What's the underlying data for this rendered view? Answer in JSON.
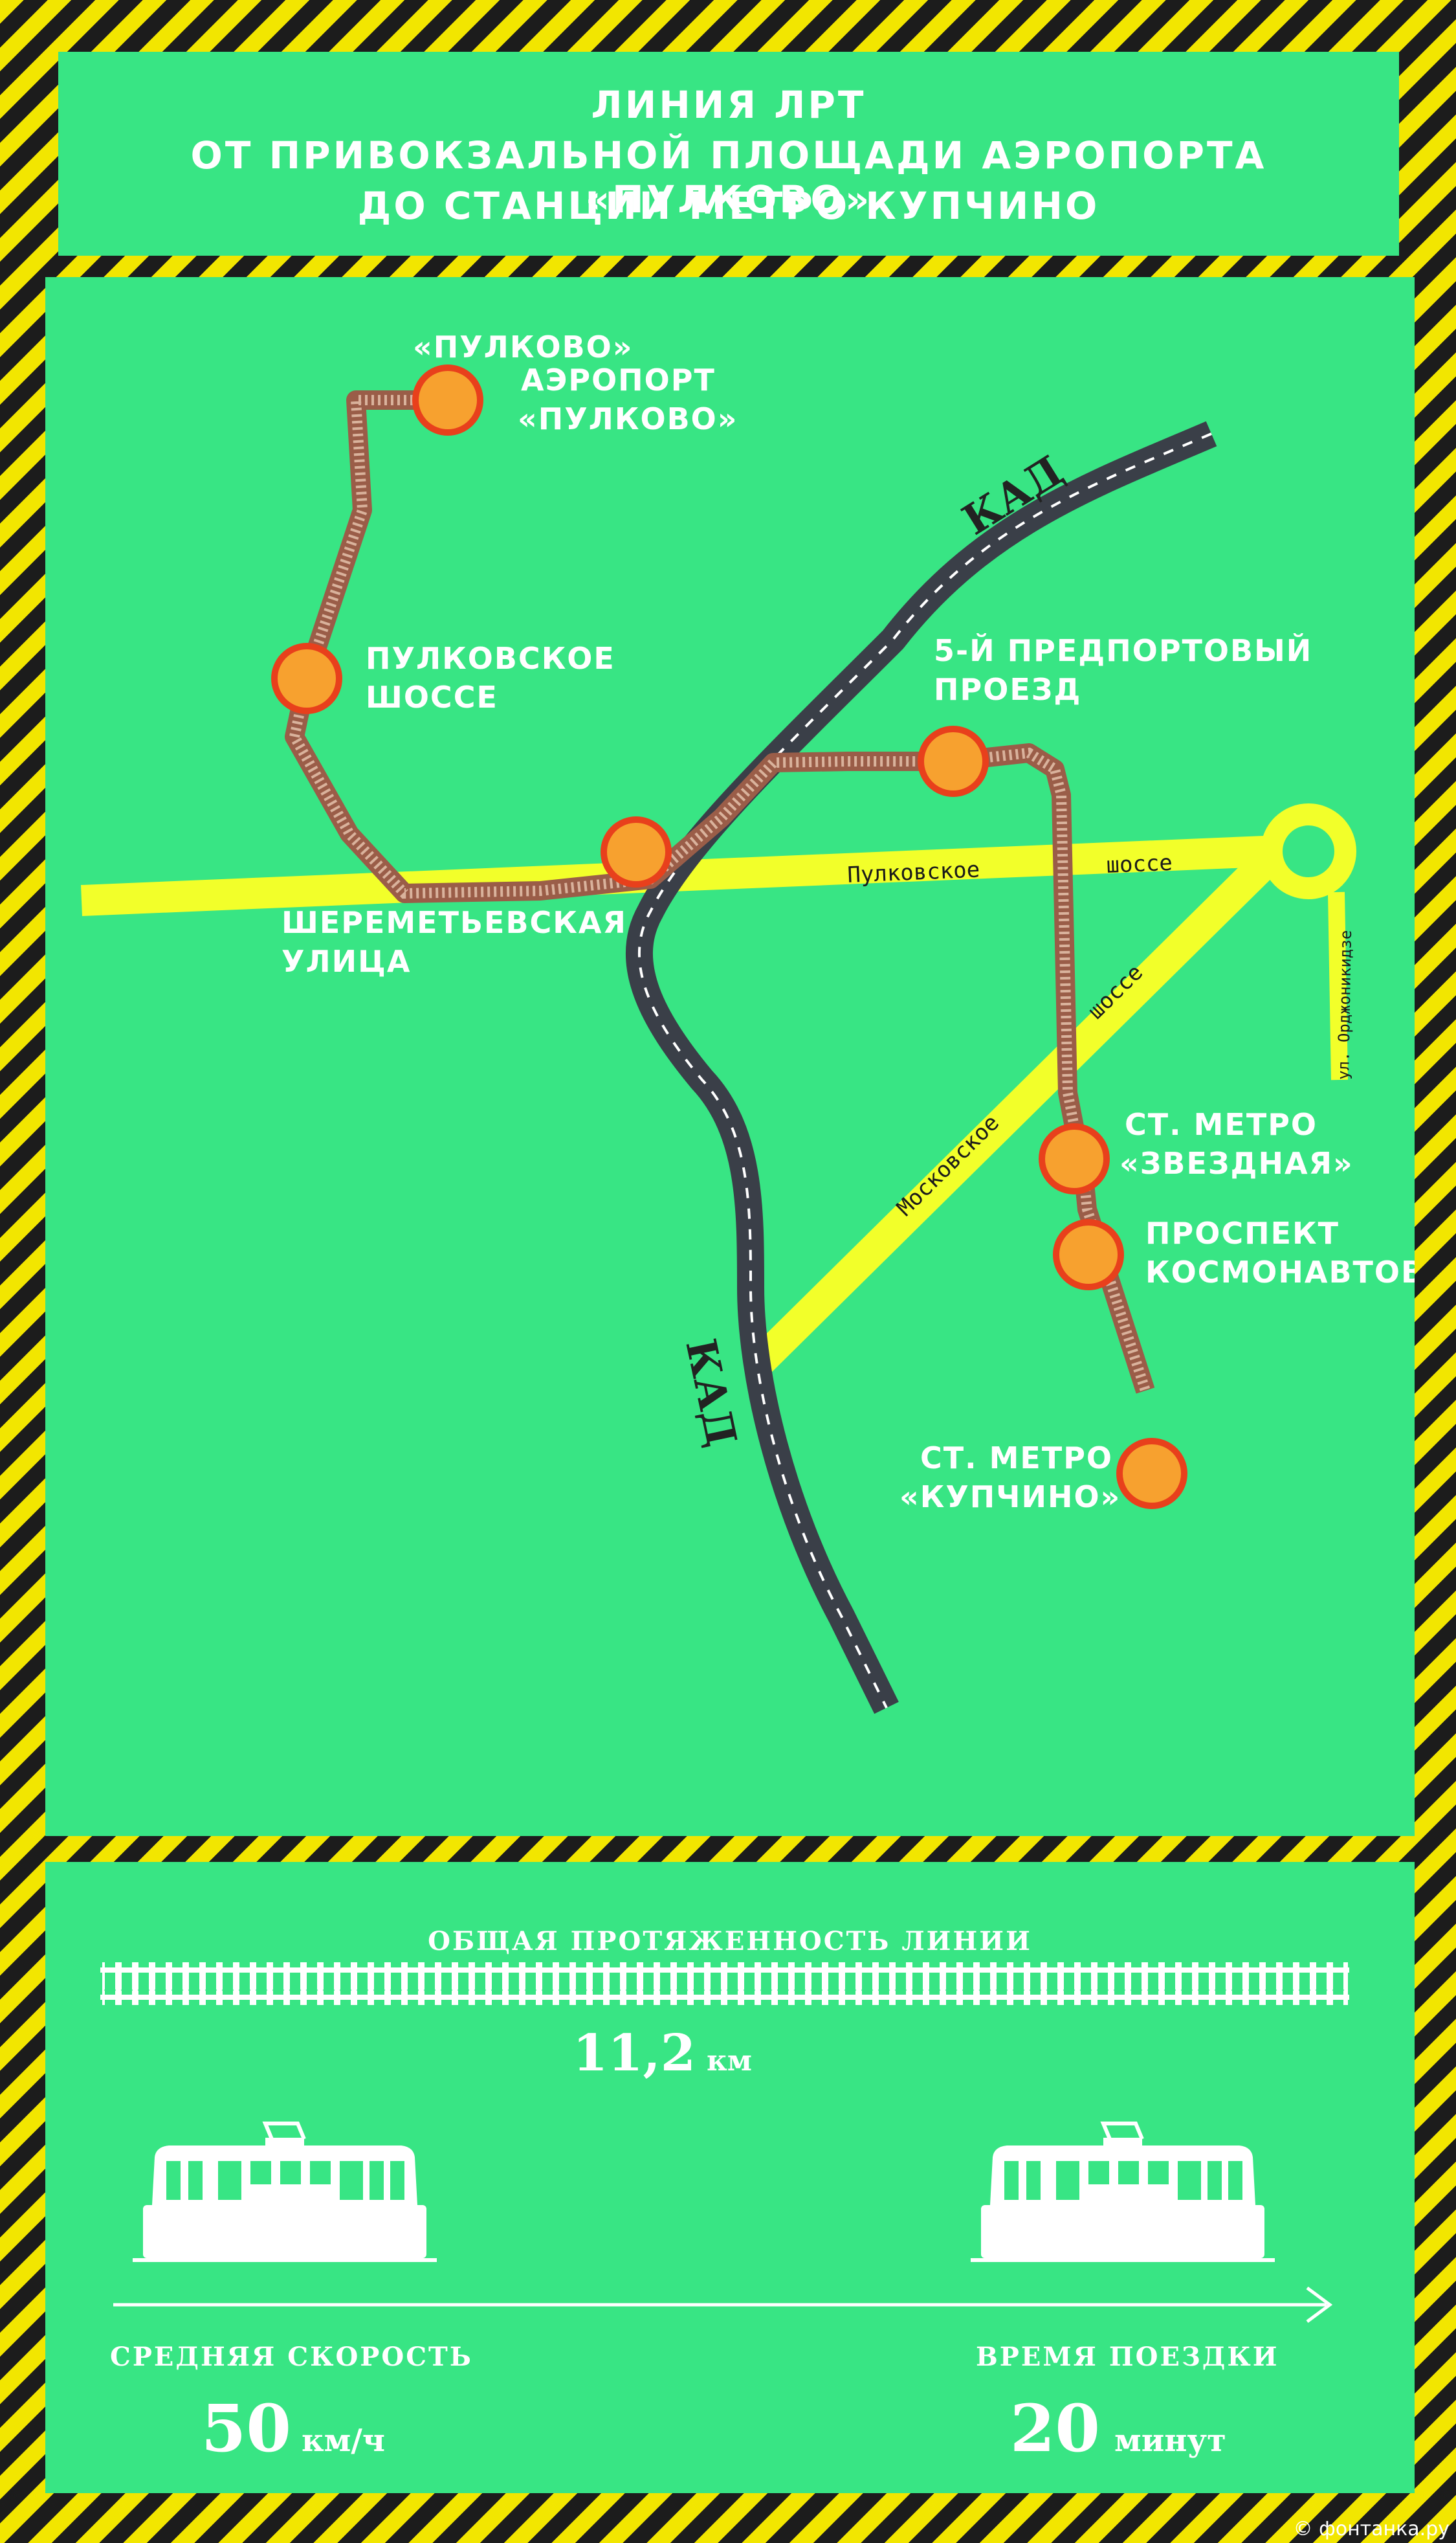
{
  "header": {
    "line1": "ЛИНИЯ ЛРТ",
    "line2": "ОТ ПРИВОКЗАЛЬНОЙ ПЛОЩАДИ АЭРОПОРТА «ПУЛКОВО»",
    "line3": "ДО СТАНЦИИ МЕТРО КУПЧИНО"
  },
  "colors": {
    "panel_green": "#38e584",
    "stripe_yellow": "#f2e600",
    "stripe_black": "#1c1c1c",
    "road_yellow": "#f2ff2a",
    "station_fill": "#f7a12f",
    "station_stroke": "#e8401c",
    "track": "#9a5d48",
    "kad_road": "#3a3f48"
  },
  "map": {
    "stations": [
      {
        "id": "pulkovo",
        "name_lines": [
          "«ПУЛКОВО»"
        ]
      },
      {
        "id": "airport",
        "name_lines": [
          "АЭРОПОРТ",
          "«ПУЛКОВО»"
        ]
      },
      {
        "id": "pulkovskoe",
        "name_lines": [
          "ПУЛКОВСКОЕ",
          "ШОССЕ"
        ]
      },
      {
        "id": "sheremetevskaya",
        "name_lines": [
          "ШЕРЕМЕТЬЕВСКАЯ",
          "УЛИЦА"
        ]
      },
      {
        "id": "predportovy",
        "name_lines": [
          "5-Й ПРЕДПОРТОВЫЙ",
          "ПРОЕЗД"
        ]
      },
      {
        "id": "zvezdnaya",
        "name_lines": [
          "СТ. МЕТРО",
          "«ЗВЕЗДНАЯ»"
        ]
      },
      {
        "id": "kosmonavtov",
        "name_lines": [
          "ПРОСПЕКТ",
          "КОСМОНАВТОВ"
        ]
      },
      {
        "id": "kupchino",
        "name_lines": [
          "СТ. МЕТРО",
          "«КУПЧИНО»"
        ]
      }
    ],
    "roads": {
      "kad_top": "КАД",
      "kad_bottom": "КАД",
      "pulkovskoe_left": "Пулковское",
      "pulkovskoe_right": "шоссе",
      "moskovskoe_left": "Московское",
      "moskovskoe_right": "шоссе",
      "ordzhonikidze": "ул. Орджоникидзе"
    }
  },
  "info": {
    "length_label": "ОБЩАЯ ПРОТЯЖЕННОСТЬ ЛИНИИ",
    "length_value": "11,2",
    "length_unit": "км",
    "speed_label": "СРЕДНЯЯ СКОРОСТЬ",
    "speed_value": "50",
    "speed_unit": "км/ч",
    "time_label": "ВРЕМЯ ПОЕЗДКИ",
    "time_value": "20",
    "time_unit": "минут",
    "icons": [
      "tram-icon",
      "tram-icon",
      "rail-track-icon",
      "arrow-right-icon"
    ]
  },
  "watermark": "© фонтанка.ру"
}
